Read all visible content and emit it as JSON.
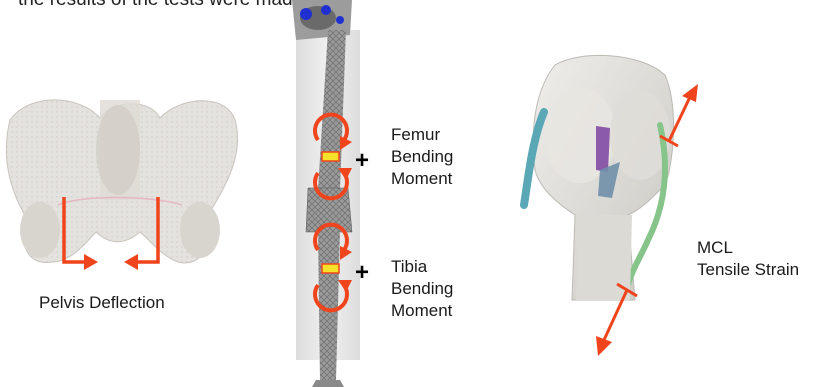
{
  "top_caption": "the results of the tests were made",
  "pelvis": {
    "label": "Pelvis Deflection"
  },
  "femur": {
    "line1": "Femur",
    "line2": "Bending",
    "line3": "Moment",
    "sign": "+"
  },
  "tibia": {
    "line1": "Tibia",
    "line2": "Bending",
    "line3": "Moment",
    "sign": "+"
  },
  "mcl": {
    "line1": "MCL",
    "line2": "Tensile Strain"
  },
  "colors": {
    "arrow": "#f0441c",
    "bone": "#e2e0dc",
    "leg_mesh": "#8d8d8d",
    "sensor_band": "#f5e12a",
    "ligament_blue": "#5aa7b5",
    "ligament_purple": "#8b5aa8",
    "ligament_green": "#86c48a",
    "pelvis_blue": "#2030d0"
  }
}
